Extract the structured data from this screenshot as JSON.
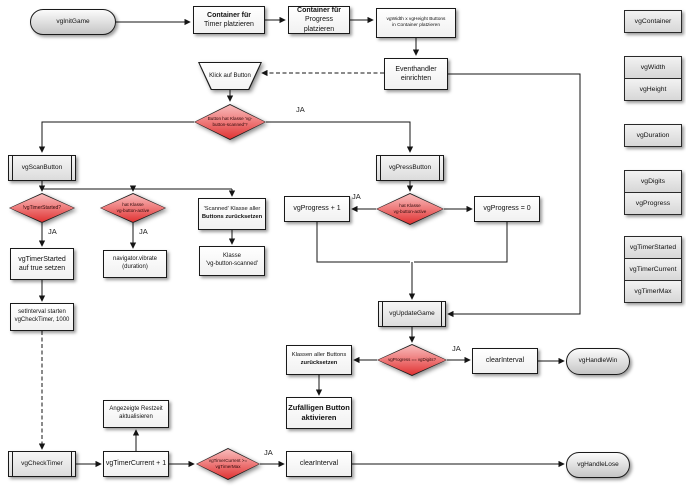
{
  "labels": {
    "ja": "JA"
  },
  "nodes": {
    "init": {
      "label": "vgInitGame"
    },
    "container_timer": {
      "l1": "Container für",
      "l2": "Timer platzieren"
    },
    "container_progress": {
      "l1": "Container für",
      "l2": "Progress platzieren"
    },
    "buttons_platzieren": {
      "l1": "vgWidth x vgHeight Buttons",
      "l2": "in Container platzieren"
    },
    "eventhandler": {
      "l1": "Eventhandler",
      "l2": "einrichten"
    },
    "klick_button": {
      "label": "Klick auf Button"
    },
    "dec_scanned": {
      "l1": "Button hat Klasse 'vg-",
      "l2": "button-scanned'?"
    },
    "scan_button": {
      "label": "vgScanButton"
    },
    "dec_timer_started": {
      "label": "!vgTimerStarted?"
    },
    "dec_active_left": {
      "l1": "hat Klasse",
      "l2": "vg-button-active"
    },
    "scanned_reset": {
      "l1": "'Scanned' Klasse aller",
      "l2": "Buttons zurücksetzen"
    },
    "timer_started_set": {
      "l1": "vgTimerStarted",
      "l2": "auf true setzen"
    },
    "vibrate": {
      "l1": "navigator.vibrate",
      "l2": "(duration)"
    },
    "klasse_scanned": {
      "l1": "Klasse",
      "l2": "'vg-button-scanned'"
    },
    "set_interval": {
      "l1": "setInterval starten",
      "l2": "vgCheckTimer, 1000"
    },
    "press_button": {
      "label": "vgPressButton"
    },
    "dec_active_right": {
      "l1": "hat Klasse",
      "l2": "vg-button-active"
    },
    "progress_plus": {
      "label": "vgProgress + 1"
    },
    "progress_zero": {
      "label": "vgProgress = 0"
    },
    "update_game": {
      "label": "vgUpdateGame"
    },
    "dec_progress": {
      "label": "vgProgress == vgDigits?"
    },
    "klassen_reset": {
      "l1": "Klassen aller Buttons",
      "l2": "zurücksetzen"
    },
    "clear_interval_win": {
      "label": "clearInterval"
    },
    "handle_win": {
      "label": "vgHandleWin"
    },
    "random_button": {
      "l1": "Zufälligen Button",
      "l2": "aktivieren"
    },
    "restzeit": {
      "l1": "Angezeigte Restzeit",
      "l2": "aktualisieren"
    },
    "check_timer": {
      "label": "vgCheckTimer"
    },
    "timer_current_plus": {
      "label": "vgTimerCurrent + 1"
    },
    "dec_timer_max": {
      "l1": "vgTimerCurrent >=",
      "l2": "vgTimerMax"
    },
    "clear_interval_lose": {
      "label": "clearInterval"
    },
    "handle_lose": {
      "label": "vgHandleLose"
    }
  },
  "legend": {
    "groups": [
      [
        "vgContainer"
      ],
      [
        "vgWidth",
        "vgHeight"
      ],
      [
        "vgDuration"
      ],
      [
        "vgDigits",
        "vgProgress"
      ],
      [
        "vgTimerStarted",
        "vgTimerCurrent",
        "vgTimerMax"
      ]
    ]
  },
  "colors": {
    "decision_top": "#f8bcbc",
    "decision_bottom": "#e03333",
    "process_fill": "#e9e9e9",
    "box_fill": "#ffffff",
    "line": "#151515"
  }
}
